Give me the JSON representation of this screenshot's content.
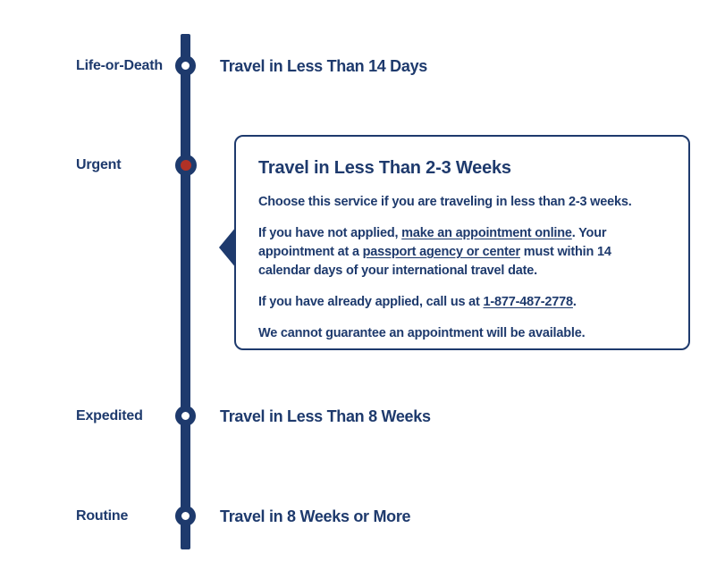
{
  "colors": {
    "navy": "#1e3a6d",
    "red": "#b13126",
    "background": "#ffffff"
  },
  "timeline": {
    "items": [
      {
        "label": "Life-or-Death",
        "description": "Travel in Less Than 14 Days",
        "marker": "hollow-circle"
      },
      {
        "label": "Urgent",
        "description": "",
        "marker": "red-dot",
        "selected": true
      },
      {
        "label": "Expedited",
        "description": "Travel in Less Than 8 Weeks",
        "marker": "hollow-circle"
      },
      {
        "label": "Routine",
        "description": "Travel in 8 Weeks or More",
        "marker": "hollow-circle"
      }
    ]
  },
  "tooltip": {
    "title": "Travel in Less Than 2-3 Weeks",
    "paragraphs": [
      {
        "segments": [
          {
            "text": "Choose this service if you are traveling in less than 2-3 weeks."
          }
        ]
      },
      {
        "segments": [
          {
            "text": "If you have not applied, "
          },
          {
            "text": "make an appointment online",
            "link": true
          },
          {
            "text": ". Your appointment at a "
          },
          {
            "text": "passport agency or center",
            "link": true
          },
          {
            "text": " must within 14 calendar days of your international travel date."
          }
        ]
      },
      {
        "segments": [
          {
            "text": "If you have already applied, call us at "
          },
          {
            "text": "1-877-487-2778",
            "link": true
          },
          {
            "text": "."
          }
        ]
      },
      {
        "segments": [
          {
            "text": "We cannot guarantee an appointment will be available."
          }
        ]
      }
    ]
  }
}
